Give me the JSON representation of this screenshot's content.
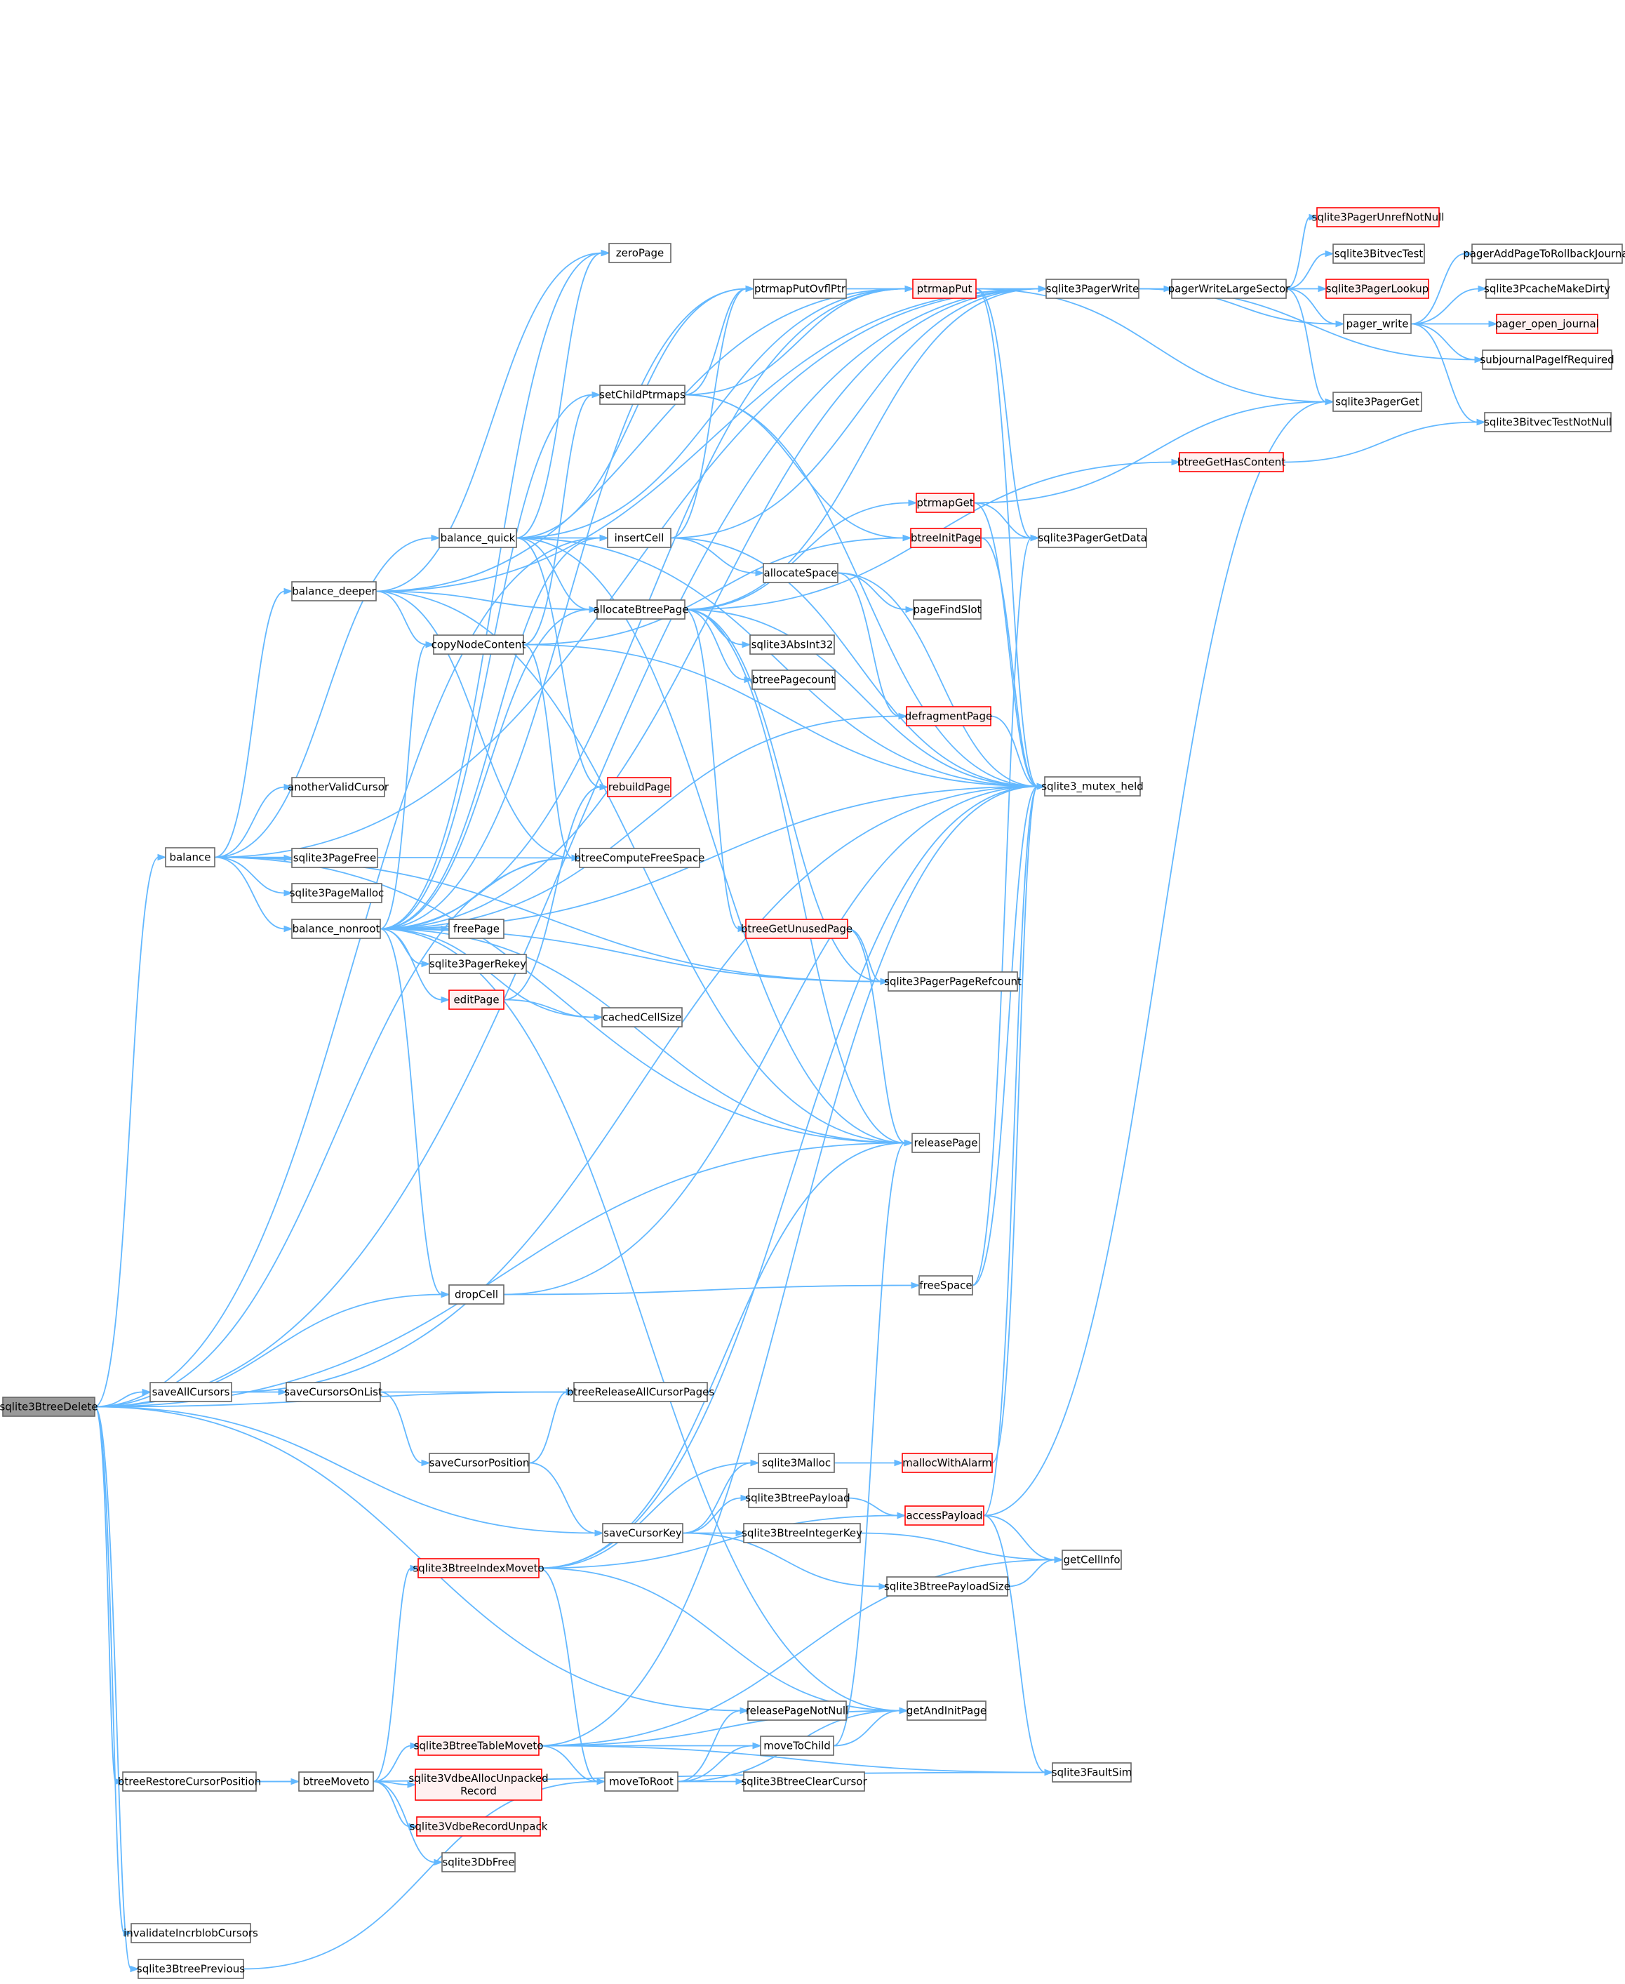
{
  "graph": {
    "root": "sqlite3BtreeDelete",
    "nodes": [
      {
        "id": "sqlite3BtreeDelete",
        "label": "sqlite3BtreeDelete",
        "style": "root"
      },
      {
        "id": "balance",
        "label": "balance",
        "style": "normal"
      },
      {
        "id": "balance_deeper",
        "label": "balance_deeper",
        "style": "normal"
      },
      {
        "id": "balance_quick",
        "label": "balance_quick",
        "style": "normal"
      },
      {
        "id": "balance_nonroot",
        "label": "balance_nonroot",
        "style": "normal"
      },
      {
        "id": "anotherValidCursor",
        "label": "anotherValidCursor",
        "style": "normal"
      },
      {
        "id": "sqlite3PageFree",
        "label": "sqlite3PageFree",
        "style": "normal"
      },
      {
        "id": "sqlite3PageMalloc",
        "label": "sqlite3PageMalloc",
        "style": "normal"
      },
      {
        "id": "copyNodeContent",
        "label": "copyNodeContent",
        "style": "normal"
      },
      {
        "id": "zeroPage",
        "label": "zeroPage",
        "style": "normal"
      },
      {
        "id": "setChildPtrmaps",
        "label": "setChildPtrmaps",
        "style": "normal"
      },
      {
        "id": "insertCell",
        "label": "insertCell",
        "style": "normal"
      },
      {
        "id": "allocateBtreePage",
        "label": "allocateBtreePage",
        "style": "normal"
      },
      {
        "id": "rebuildPage",
        "label": "rebuildPage",
        "style": "red"
      },
      {
        "id": "btreeComputeFreeSpace",
        "label": "btreeComputeFreeSpace",
        "style": "normal"
      },
      {
        "id": "freePage",
        "label": "freePage",
        "style": "normal"
      },
      {
        "id": "sqlite3PagerRekey",
        "label": "sqlite3PagerRekey",
        "style": "normal"
      },
      {
        "id": "editPage",
        "label": "editPage",
        "style": "red"
      },
      {
        "id": "cachedCellSize",
        "label": "cachedCellSize",
        "style": "normal"
      },
      {
        "id": "dropCell",
        "label": "dropCell",
        "style": "normal"
      },
      {
        "id": "ptrmapPutOvflPtr",
        "label": "ptrmapPutOvflPtr",
        "style": "normal"
      },
      {
        "id": "ptrmapPut",
        "label": "ptrmapPut",
        "style": "red"
      },
      {
        "id": "sqlite3PagerWrite",
        "label": "sqlite3PagerWrite",
        "style": "normal"
      },
      {
        "id": "pagerWriteLargeSector",
        "label": "pagerWriteLargeSector",
        "style": "normal"
      },
      {
        "id": "sqlite3PagerUnrefNotNull",
        "label": "sqlite3PagerUnrefNotNull",
        "style": "red"
      },
      {
        "id": "sqlite3BitvecTest",
        "label": "sqlite3BitvecTest",
        "style": "normal"
      },
      {
        "id": "sqlite3PagerLookup",
        "label": "sqlite3PagerLookup",
        "style": "red"
      },
      {
        "id": "pager_write",
        "label": "pager_write",
        "style": "normal"
      },
      {
        "id": "pagerAddPageToRollbackJournal",
        "label": "pagerAddPageToRollbackJournal",
        "style": "normal"
      },
      {
        "id": "sqlite3PcacheMakeDirty",
        "label": "sqlite3PcacheMakeDirty",
        "style": "normal"
      },
      {
        "id": "pager_open_journal",
        "label": "pager_open_journal",
        "style": "red"
      },
      {
        "id": "subjournalPageIfRequired",
        "label": "subjournalPageIfRequired",
        "style": "normal"
      },
      {
        "id": "sqlite3BitvecTestNotNull",
        "label": "sqlite3BitvecTestNotNull",
        "style": "normal"
      },
      {
        "id": "sqlite3PagerGet",
        "label": "sqlite3PagerGet",
        "style": "normal"
      },
      {
        "id": "btreeGetHasContent",
        "label": "btreeGetHasContent",
        "style": "red"
      },
      {
        "id": "ptrmapGet",
        "label": "ptrmapGet",
        "style": "red"
      },
      {
        "id": "btreeInitPage",
        "label": "btreeInitPage",
        "style": "red"
      },
      {
        "id": "sqlite3PagerGetData",
        "label": "sqlite3PagerGetData",
        "style": "normal"
      },
      {
        "id": "allocateSpace",
        "label": "allocateSpace",
        "style": "normal"
      },
      {
        "id": "pageFindSlot",
        "label": "pageFindSlot",
        "style": "normal"
      },
      {
        "id": "sqlite3AbsInt32",
        "label": "sqlite3AbsInt32",
        "style": "normal"
      },
      {
        "id": "btreePagecount",
        "label": "btreePagecount",
        "style": "normal"
      },
      {
        "id": "defragmentPage",
        "label": "defragmentPage",
        "style": "red"
      },
      {
        "id": "sqlite3_mutex_held",
        "label": "sqlite3_mutex_held",
        "style": "normal"
      },
      {
        "id": "btreeGetUnusedPage",
        "label": "btreeGetUnusedPage",
        "style": "red"
      },
      {
        "id": "sqlite3PagerPageRefcount",
        "label": "sqlite3PagerPageRefcount",
        "style": "normal"
      },
      {
        "id": "releasePage",
        "label": "releasePage",
        "style": "normal"
      },
      {
        "id": "freeSpace",
        "label": "freeSpace",
        "style": "normal"
      },
      {
        "id": "saveAllCursors",
        "label": "saveAllCursors",
        "style": "normal"
      },
      {
        "id": "saveCursorsOnList",
        "label": "saveCursorsOnList",
        "style": "normal"
      },
      {
        "id": "btreeReleaseAllCursorPages",
        "label": "btreeReleaseAllCursorPages",
        "style": "normal"
      },
      {
        "id": "saveCursorPosition",
        "label": "saveCursorPosition",
        "style": "normal"
      },
      {
        "id": "sqlite3Malloc",
        "label": "sqlite3Malloc",
        "style": "normal"
      },
      {
        "id": "mallocWithAlarm",
        "label": "mallocWithAlarm",
        "style": "red"
      },
      {
        "id": "sqlite3BtreePayload",
        "label": "sqlite3BtreePayload",
        "style": "normal"
      },
      {
        "id": "accessPayload",
        "label": "accessPayload",
        "style": "red"
      },
      {
        "id": "saveCursorKey",
        "label": "saveCursorKey",
        "style": "normal"
      },
      {
        "id": "sqlite3BtreeIntegerKey",
        "label": "sqlite3BtreeIntegerKey",
        "style": "normal"
      },
      {
        "id": "getCellInfo",
        "label": "getCellInfo",
        "style": "normal"
      },
      {
        "id": "sqlite3BtreeIndexMoveto",
        "label": "sqlite3BtreeIndexMoveto",
        "style": "red"
      },
      {
        "id": "sqlite3BtreePayloadSize",
        "label": "sqlite3BtreePayloadSize",
        "style": "normal"
      },
      {
        "id": "releasePageNotNull",
        "label": "releasePageNotNull",
        "style": "normal"
      },
      {
        "id": "getAndInitPage",
        "label": "getAndInitPage",
        "style": "normal"
      },
      {
        "id": "sqlite3BtreeTableMoveto",
        "label": "sqlite3BtreeTableMoveto",
        "style": "red"
      },
      {
        "id": "moveToChild",
        "label": "moveToChild",
        "style": "normal"
      },
      {
        "id": "btreeRestoreCursorPosition",
        "label": "btreeRestoreCursorPosition",
        "style": "normal"
      },
      {
        "id": "btreeMoveto",
        "label": "btreeMoveto",
        "style": "normal"
      },
      {
        "id": "sqlite3VdbeAllocUnpackedRecord",
        "label": "sqlite3VdbeAllocUnpacked\nRecord",
        "style": "red"
      },
      {
        "id": "moveToRoot",
        "label": "moveToRoot",
        "style": "normal"
      },
      {
        "id": "sqlite3BtreeClearCursor",
        "label": "sqlite3BtreeClearCursor",
        "style": "normal"
      },
      {
        "id": "sqlite3FaultSim",
        "label": "sqlite3FaultSim",
        "style": "normal"
      },
      {
        "id": "sqlite3VdbeRecordUnpack",
        "label": "sqlite3VdbeRecordUnpack",
        "style": "red"
      },
      {
        "id": "sqlite3DbFree",
        "label": "sqlite3DbFree",
        "style": "normal"
      },
      {
        "id": "invalidateIncrblobCursors",
        "label": "invalidateIncrblobCursors",
        "style": "normal"
      },
      {
        "id": "sqlite3BtreePrevious",
        "label": "sqlite3BtreePrevious",
        "style": "normal"
      }
    ],
    "edges": [
      [
        "sqlite3BtreeDelete",
        "balance"
      ],
      [
        "sqlite3BtreeDelete",
        "sqlite3PagerWrite"
      ],
      [
        "sqlite3BtreeDelete",
        "insertCell"
      ],
      [
        "sqlite3BtreeDelete",
        "btreeComputeFreeSpace"
      ],
      [
        "sqlite3BtreeDelete",
        "releasePage"
      ],
      [
        "sqlite3BtreeDelete",
        "dropCell"
      ],
      [
        "sqlite3BtreeDelete",
        "saveAllCursors"
      ],
      [
        "sqlite3BtreeDelete",
        "btreeReleaseAllCursorPages"
      ],
      [
        "sqlite3BtreeDelete",
        "saveCursorKey"
      ],
      [
        "sqlite3BtreeDelete",
        "releasePageNotNull"
      ],
      [
        "sqlite3BtreeDelete",
        "btreeRestoreCursorPosition"
      ],
      [
        "sqlite3BtreeDelete",
        "invalidateIncrblobCursors"
      ],
      [
        "sqlite3BtreeDelete",
        "sqlite3BtreePrevious"
      ],
      [
        "balance",
        "balance_deeper"
      ],
      [
        "balance",
        "balance_quick"
      ],
      [
        "balance",
        "balance_nonroot"
      ],
      [
        "balance",
        "anotherValidCursor"
      ],
      [
        "balance",
        "sqlite3PageFree"
      ],
      [
        "balance",
        "sqlite3PageMalloc"
      ],
      [
        "balance",
        "btreeComputeFreeSpace"
      ],
      [
        "balance",
        "sqlite3PagerWrite"
      ],
      [
        "balance",
        "releasePage"
      ],
      [
        "balance",
        "sqlite3PagerPageRefcount"
      ],
      [
        "balance_deeper",
        "allocateBtreePage"
      ],
      [
        "balance_deeper",
        "copyNodeContent"
      ],
      [
        "balance_deeper",
        "zeroPage"
      ],
      [
        "balance_deeper",
        "ptrmapPut"
      ],
      [
        "balance_deeper",
        "sqlite3PagerWrite"
      ],
      [
        "balance_deeper",
        "btreeComputeFreeSpace"
      ],
      [
        "balance_deeper",
        "releasePage"
      ],
      [
        "balance_quick",
        "insertCell"
      ],
      [
        "balance_quick",
        "allocateBtreePage"
      ],
      [
        "balance_quick",
        "zeroPage"
      ],
      [
        "balance_quick",
        "ptrmapPut"
      ],
      [
        "balance_quick",
        "ptrmapPutOvflPtr"
      ],
      [
        "balance_quick",
        "rebuildPage"
      ],
      [
        "balance_quick",
        "releasePage"
      ],
      [
        "balance_quick",
        "sqlite3_mutex_held"
      ],
      [
        "balance_nonroot",
        "allocateBtreePage"
      ],
      [
        "balance_nonroot",
        "copyNodeContent"
      ],
      [
        "balance_nonroot",
        "freePage"
      ],
      [
        "balance_nonroot",
        "sqlite3PagerRekey"
      ],
      [
        "balance_nonroot",
        "editPage"
      ],
      [
        "balance_nonroot",
        "cachedCellSize"
      ],
      [
        "balance_nonroot",
        "dropCell"
      ],
      [
        "balance_nonroot",
        "insertCell"
      ],
      [
        "balance_nonroot",
        "zeroPage"
      ],
      [
        "balance_nonroot",
        "ptrmapPut"
      ],
      [
        "balance_nonroot",
        "ptrmapPutOvflPtr"
      ],
      [
        "balance_nonroot",
        "setChildPtrmaps"
      ],
      [
        "balance_nonroot",
        "sqlite3PagerWrite"
      ],
      [
        "balance_nonroot",
        "btreeComputeFreeSpace"
      ],
      [
        "balance_nonroot",
        "releasePage"
      ],
      [
        "balance_nonroot",
        "sqlite3PagerPageRefcount"
      ],
      [
        "balance_nonroot",
        "getAndInitPage"
      ],
      [
        "balance_nonroot",
        "defragmentPage"
      ],
      [
        "balance_nonroot",
        "sqlite3_mutex_held"
      ],
      [
        "copyNodeContent",
        "setChildPtrmaps"
      ],
      [
        "copyNodeContent",
        "btreeComputeFreeSpace"
      ],
      [
        "copyNodeContent",
        "btreeInitPage"
      ],
      [
        "copyNodeContent",
        "sqlite3_mutex_held"
      ],
      [
        "setChildPtrmaps",
        "ptrmapPutOvflPtr"
      ],
      [
        "setChildPtrmaps",
        "ptrmapPut"
      ],
      [
        "setChildPtrmaps",
        "btreeInitPage"
      ],
      [
        "setChildPtrmaps",
        "sqlite3_mutex_held"
      ],
      [
        "insertCell",
        "allocateSpace"
      ],
      [
        "insertCell",
        "ptrmapPutOvflPtr"
      ],
      [
        "insertCell",
        "sqlite3PagerWrite"
      ],
      [
        "insertCell",
        "sqlite3_mutex_held"
      ],
      [
        "allocateBtreePage",
        "sqlite3AbsInt32"
      ],
      [
        "allocateBtreePage",
        "btreePagecount"
      ],
      [
        "allocateBtreePage",
        "btreeGetUnusedPage"
      ],
      [
        "allocateBtreePage",
        "btreeGetHasContent"
      ],
      [
        "allocateBtreePage",
        "ptrmapGet"
      ],
      [
        "allocateBtreePage",
        "sqlite3PagerWrite"
      ],
      [
        "allocateBtreePage",
        "releasePage"
      ],
      [
        "allocateBtreePage",
        "sqlite3PagerPageRefcount"
      ],
      [
        "allocateBtreePage",
        "sqlite3_mutex_held"
      ],
      [
        "editPage",
        "rebuildPage"
      ],
      [
        "editPage",
        "cachedCellSize"
      ],
      [
        "dropCell",
        "freeSpace"
      ],
      [
        "dropCell",
        "sqlite3_mutex_held"
      ],
      [
        "ptrmapPutOvflPtr",
        "ptrmapPut"
      ],
      [
        "ptrmapPut",
        "sqlite3PagerWrite"
      ],
      [
        "ptrmapPut",
        "sqlite3PagerGet"
      ],
      [
        "ptrmapPut",
        "sqlite3PagerGetData"
      ],
      [
        "ptrmapPut",
        "sqlite3_mutex_held"
      ],
      [
        "sqlite3PagerWrite",
        "pagerWriteLargeSector"
      ],
      [
        "sqlite3PagerWrite",
        "pager_write"
      ],
      [
        "sqlite3PagerWrite",
        "subjournalPageIfRequired"
      ],
      [
        "pagerWriteLargeSector",
        "sqlite3PagerUnrefNotNull"
      ],
      [
        "pagerWriteLargeSector",
        "sqlite3BitvecTest"
      ],
      [
        "pagerWriteLargeSector",
        "sqlite3PagerLookup"
      ],
      [
        "pagerWriteLargeSector",
        "pager_write"
      ],
      [
        "pagerWriteLargeSector",
        "sqlite3PagerGet"
      ],
      [
        "pager_write",
        "pagerAddPageToRollbackJournal"
      ],
      [
        "pager_write",
        "sqlite3PcacheMakeDirty"
      ],
      [
        "pager_write",
        "pager_open_journal"
      ],
      [
        "pager_write",
        "subjournalPageIfRequired"
      ],
      [
        "pager_write",
        "sqlite3BitvecTestNotNull"
      ],
      [
        "btreeGetHasContent",
        "sqlite3BitvecTestNotNull"
      ],
      [
        "ptrmapGet",
        "sqlite3PagerGet"
      ],
      [
        "ptrmapGet",
        "sqlite3PagerGetData"
      ],
      [
        "ptrmapGet",
        "sqlite3_mutex_held"
      ],
      [
        "btreeInitPage",
        "sqlite3PagerGetData"
      ],
      [
        "btreeInitPage",
        "sqlite3_mutex_held"
      ],
      [
        "allocateSpace",
        "pageFindSlot"
      ],
      [
        "allocateSpace",
        "defragmentPage"
      ],
      [
        "allocateSpace",
        "sqlite3_mutex_held"
      ],
      [
        "defragmentPage",
        "sqlite3_mutex_held"
      ],
      [
        "btreeGetUnusedPage",
        "sqlite3PagerPageRefcount"
      ],
      [
        "btreeGetUnusedPage",
        "releasePage"
      ],
      [
        "freeSpace",
        "sqlite3PagerGetData"
      ],
      [
        "freeSpace",
        "sqlite3_mutex_held"
      ],
      [
        "saveAllCursors",
        "saveCursorsOnList"
      ],
      [
        "saveAllCursors",
        "sqlite3_mutex_held"
      ],
      [
        "saveCursorsOnList",
        "btreeReleaseAllCursorPages"
      ],
      [
        "saveCursorsOnList",
        "saveCursorPosition"
      ],
      [
        "saveCursorPosition",
        "btreeReleaseAllCursorPages"
      ],
      [
        "saveCursorPosition",
        "saveCursorKey"
      ],
      [
        "saveCursorKey",
        "sqlite3Malloc"
      ],
      [
        "saveCursorKey",
        "sqlite3BtreePayload"
      ],
      [
        "saveCursorKey",
        "sqlite3BtreeIntegerKey"
      ],
      [
        "saveCursorKey",
        "sqlite3BtreePayloadSize"
      ],
      [
        "sqlite3Malloc",
        "mallocWithAlarm"
      ],
      [
        "mallocWithAlarm",
        "sqlite3_mutex_held"
      ],
      [
        "sqlite3BtreePayload",
        "accessPayload"
      ],
      [
        "accessPayload",
        "getCellInfo"
      ],
      [
        "accessPayload",
        "sqlite3PagerGet"
      ],
      [
        "accessPayload",
        "sqlite3FaultSim"
      ],
      [
        "accessPayload",
        "sqlite3_mutex_held"
      ],
      [
        "sqlite3BtreeIntegerKey",
        "getCellInfo"
      ],
      [
        "sqlite3BtreePayloadSize",
        "getCellInfo"
      ],
      [
        "sqlite3BtreeIndexMoveto",
        "sqlite3Malloc"
      ],
      [
        "sqlite3BtreeIndexMoveto",
        "accessPayload"
      ],
      [
        "sqlite3BtreeIndexMoveto",
        "moveToRoot"
      ],
      [
        "sqlite3BtreeIndexMoveto",
        "getAndInitPage"
      ],
      [
        "sqlite3BtreeIndexMoveto",
        "releasePage"
      ],
      [
        "sqlite3BtreeIndexMoveto",
        "sqlite3_mutex_held"
      ],
      [
        "sqlite3BtreeTableMoveto",
        "moveToRoot"
      ],
      [
        "sqlite3BtreeTableMoveto",
        "moveToChild"
      ],
      [
        "sqlite3BtreeTableMoveto",
        "getCellInfo"
      ],
      [
        "sqlite3BtreeTableMoveto",
        "sqlite3_mutex_held"
      ],
      [
        "sqlite3BtreeTableMoveto",
        "sqlite3FaultSim"
      ],
      [
        "sqlite3BtreeTableMoveto",
        "getAndInitPage"
      ],
      [
        "moveToChild",
        "getAndInitPage"
      ],
      [
        "moveToChild",
        "releasePage"
      ],
      [
        "moveToRoot",
        "sqlite3BtreeClearCursor"
      ],
      [
        "moveToRoot",
        "releasePageNotNull"
      ],
      [
        "moveToRoot",
        "moveToChild"
      ],
      [
        "moveToRoot",
        "getAndInitPage"
      ],
      [
        "btreeRestoreCursorPosition",
        "btreeMoveto"
      ],
      [
        "btreeRestoreCursorPosition",
        "sqlite3FaultSim"
      ],
      [
        "btreeMoveto",
        "sqlite3BtreeIndexMoveto"
      ],
      [
        "btreeMoveto",
        "sqlite3BtreeTableMoveto"
      ],
      [
        "btreeMoveto",
        "sqlite3VdbeAllocUnpackedRecord"
      ],
      [
        "btreeMoveto",
        "sqlite3VdbeRecordUnpack"
      ],
      [
        "btreeMoveto",
        "sqlite3DbFree"
      ],
      [
        "sqlite3BtreePrevious",
        "moveToRoot"
      ]
    ]
  }
}
